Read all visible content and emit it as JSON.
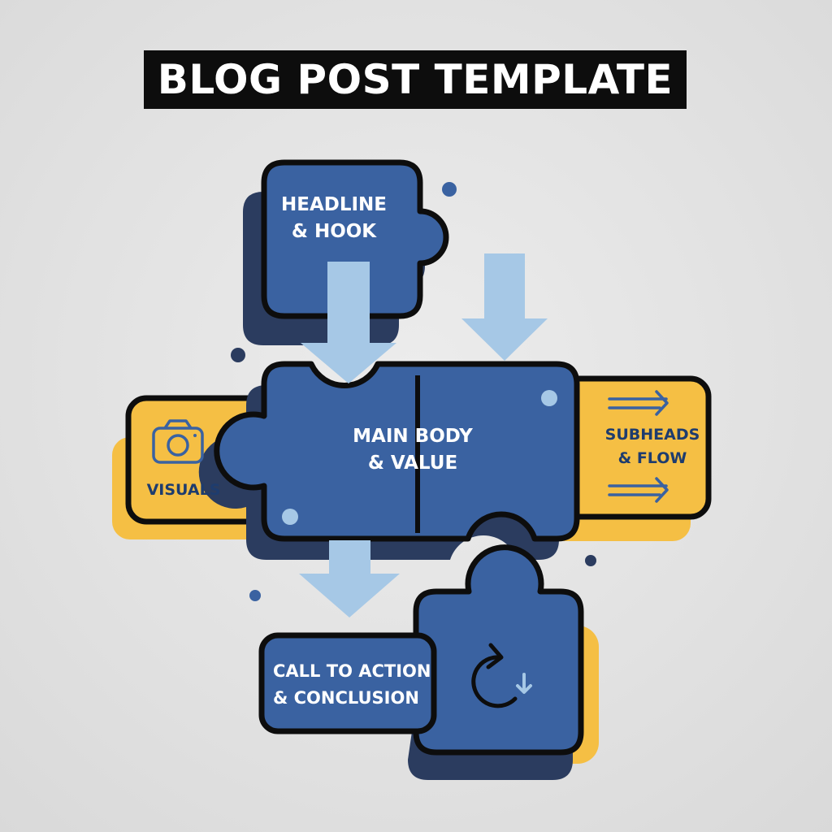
{
  "title": "BLOG POST TEMPLATE",
  "pieces": {
    "headline": {
      "line1": "HEADLINE",
      "line2": "& HOOK"
    },
    "main_body": {
      "line1": "MAIN BODY",
      "line2": "& VALUE"
    },
    "visuals": {
      "label": "VISUALS",
      "icon": "camera-icon"
    },
    "subheads": {
      "line1": "SUBHEADS",
      "line2": "& FLOW",
      "icon": "arrows-right-icon"
    },
    "cta": {
      "line1": "CALL TO ACTION",
      "line2": "& CONCLUSION",
      "icon": "refresh-icon"
    }
  },
  "colors": {
    "piece_blue": "#3a62a1",
    "piece_shadow": "#2b3c5f",
    "accent_yellow": "#f5bf44",
    "arrow_light_blue": "#a6c8e6",
    "outline": "#0d0d0d",
    "background": "#e2e2e2"
  }
}
